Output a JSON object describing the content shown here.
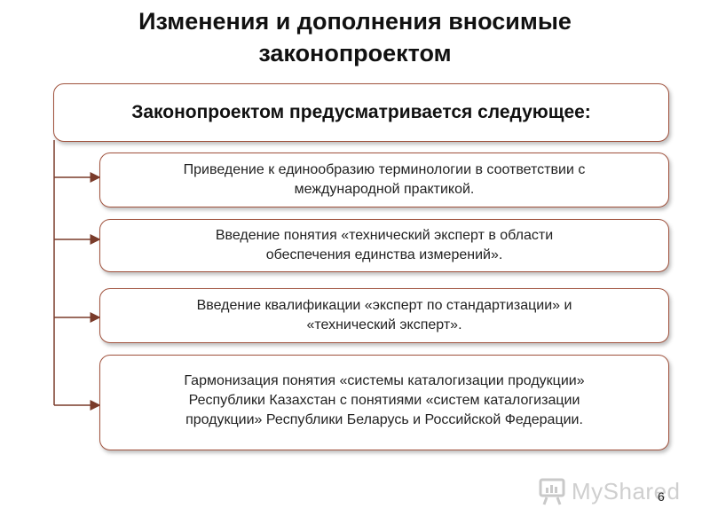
{
  "slide": {
    "title_line1": "Изменения и дополнения вносимые",
    "title_line2": "законопроектом",
    "main_box": "Законопроектом предусматривается следующее:",
    "items": [
      {
        "lines": [
          "Приведение к единообразию терминологии в соответствии с",
          "международной практикой."
        ]
      },
      {
        "lines": [
          "Введение понятия «технический эксперт в области",
          "обеспечения единства измерений»."
        ]
      },
      {
        "lines": [
          "Введение квалификации «эксперт по стандартизации» и",
          "«технический эксперт»."
        ]
      },
      {
        "lines": [
          "Гармонизация понятия «системы каталогизации продукции»",
          "Республики Казахстан с понятиями «систем каталогизации",
          "продукции» Республики Беларусь и Российской Федерации."
        ]
      }
    ],
    "page_number": "6"
  },
  "watermark": {
    "text": "MyShared",
    "icon": "presentation-board-icon"
  },
  "colors": {
    "border": "#a0523d",
    "connector": "#7a3b2a"
  }
}
